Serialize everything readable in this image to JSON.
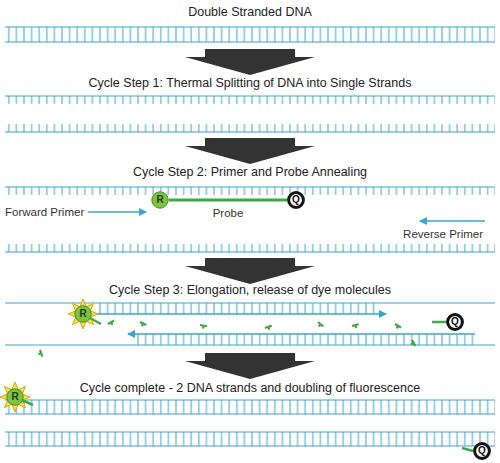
{
  "diagram": {
    "nodes": [
      {
        "text": [
          "R"
        ]
      },
      {
        "text": [
          "Q"
        ]
      },
      {
        "text": [
          "R"
        ]
      },
      {
        "text": [
          "Q"
        ]
      },
      {
        "text": [
          "R"
        ]
      },
      {
        "text": [
          "Q"
        ]
      }
    ],
    "edges": [
      {
        "from": 0,
        "to": 1,
        "arrow": "none"
      }
    ],
    "labels": [
      "Double Stranded DNA",
      "Cycle Step 1: Thermal Splitting of DNA into Single Strands",
      "Cycle Step 2: Primer and Probe Annealing",
      "Forward Primer",
      "Probe",
      "Reverse Primer",
      "Cycle Step 3: Elongation, release of dye molecules",
      "Cycle complete - 2 DNA strands and doubling of fluorescence"
    ]
  }
}
